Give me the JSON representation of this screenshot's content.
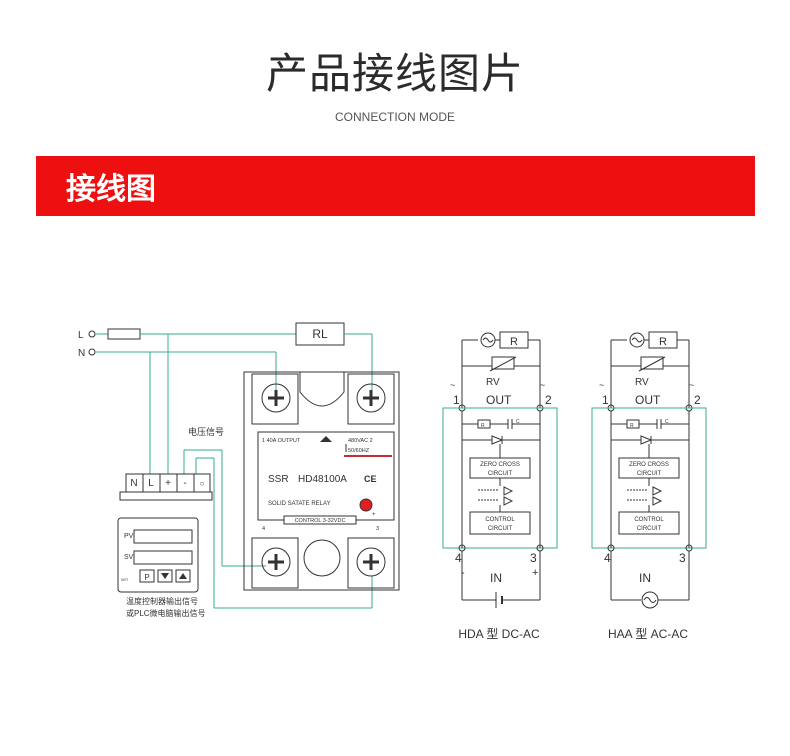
{
  "header": {
    "title": "产品接线图片",
    "subtitle": "CONNECTION MODE"
  },
  "banner": {
    "label": "接线图"
  },
  "wiring": {
    "terminal_l": "L",
    "terminal_n": "N",
    "load": "RL",
    "signal_label": "电压信号",
    "controller_terminals": [
      "N",
      "L",
      "+",
      "-",
      "○"
    ],
    "controller_pv": "PV",
    "controller_sv": "SV",
    "controller_corner": "W/T",
    "caption_line1": "温度控制器输出信号",
    "caption_line2": "或PLC微电脑输出信号",
    "relay_output": "1  40A OUTPUT",
    "relay_voltage": "480VAC  2",
    "relay_freq": "50/60HZ",
    "relay_ssr": "SSR",
    "relay_model": "HD48100A",
    "relay_ce": "CE",
    "relay_desc": "SOLID SATATE RELAY",
    "relay_control": "CONTROL 3-32VDC",
    "relay_pin4": "4",
    "relay_pin3": "3",
    "relay_plus": "+"
  },
  "schematics": [
    {
      "r": "R",
      "rv": "RV",
      "out": "OUT",
      "pin1": "1",
      "pin2": "2",
      "pin4": "4",
      "pin3": "3",
      "zero1": "ZERO CROSS",
      "zero2": "CIRCUIT",
      "ctrl1": "CONTROL",
      "ctrl2": "CIRCUIT",
      "minus": "-",
      "plus": "+",
      "in": "IN",
      "caption": "HDA 型 DC-AC"
    },
    {
      "r": "R",
      "rv": "RV",
      "out": "OUT",
      "pin1": "1",
      "pin2": "2",
      "pin4": "4",
      "pin3": "3",
      "zero1": "ZERO CROSS",
      "zero2": "CIRCUIT",
      "ctrl1": "CONTROL",
      "ctrl2": "CIRCUIT",
      "in": "IN",
      "caption": "HAA 型 AC-AC"
    }
  ],
  "colors": {
    "banner": "#ee1010",
    "wire": "#3aaa8f",
    "line": "#333333",
    "indicator": "#e02020"
  }
}
